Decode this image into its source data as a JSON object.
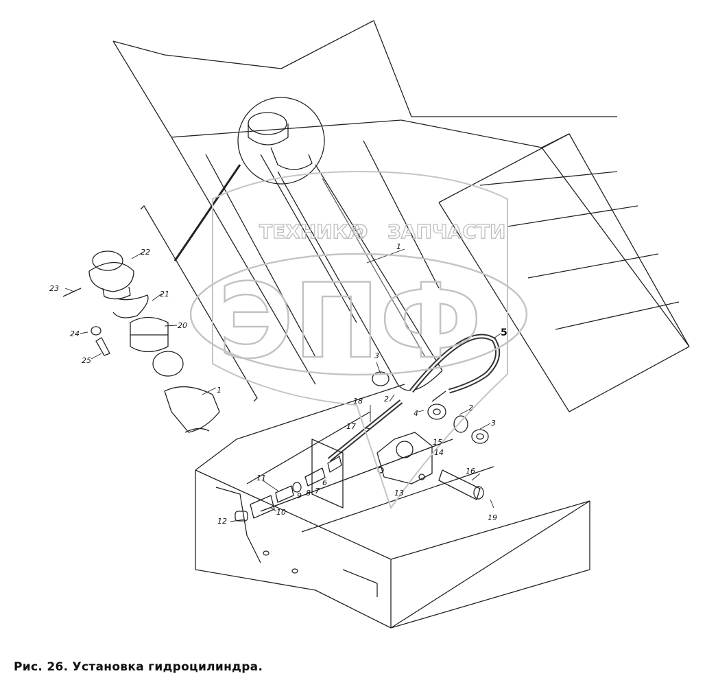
{
  "caption": "Рис. 26. Установка гидроцилиндра.",
  "watermark": {
    "line1_left": "ТЕХНИКА",
    "line1_right": "ЗАПЧАСТИ",
    "big": "ЭПФ"
  },
  "callouts": [
    {
      "id": "c1-upper",
      "text": "1"
    },
    {
      "id": "c1-lower",
      "text": "1"
    },
    {
      "id": "c2-left",
      "text": "2"
    },
    {
      "id": "c2-right",
      "text": "2"
    },
    {
      "id": "c3-left",
      "text": "3"
    },
    {
      "id": "c3-right",
      "text": "3"
    },
    {
      "id": "c4",
      "text": "4"
    },
    {
      "id": "c5",
      "text": "5"
    },
    {
      "id": "c6",
      "text": "6"
    },
    {
      "id": "c7",
      "text": "7"
    },
    {
      "id": "c8",
      "text": "8"
    },
    {
      "id": "c9",
      "text": "9"
    },
    {
      "id": "c10",
      "text": "10"
    },
    {
      "id": "c11",
      "text": "11"
    },
    {
      "id": "c12",
      "text": "12"
    },
    {
      "id": "c13",
      "text": "13"
    },
    {
      "id": "c14",
      "text": "14"
    },
    {
      "id": "c15",
      "text": "15"
    },
    {
      "id": "c16",
      "text": "16"
    },
    {
      "id": "c17",
      "text": "17"
    },
    {
      "id": "c18",
      "text": "18"
    },
    {
      "id": "c19",
      "text": "19"
    },
    {
      "id": "c20",
      "text": "20"
    },
    {
      "id": "c21",
      "text": "21"
    },
    {
      "id": "c22",
      "text": "22"
    },
    {
      "id": "c23",
      "text": "23"
    },
    {
      "id": "c24",
      "text": "24"
    },
    {
      "id": "c25",
      "text": "25"
    }
  ]
}
